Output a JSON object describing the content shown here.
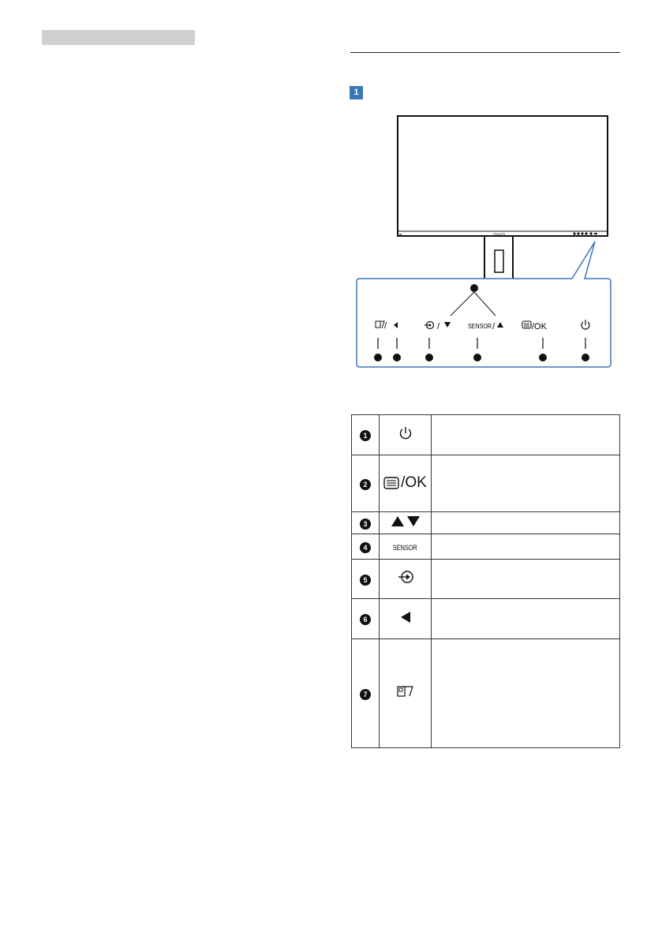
{
  "header": {
    "section_marker": "1"
  },
  "diagram": {
    "button_labels": {
      "smartimage_left": "/",
      "input_down": "/",
      "sensor_up_sensor": "SENSOR",
      "sensor_up_slash": "/",
      "menu_ok": "/OK"
    },
    "brand": "PHILIPS"
  },
  "key_table": {
    "rows": [
      {
        "num": "1",
        "icon": "power-icon",
        "label": ""
      },
      {
        "num": "2",
        "icon": "menu-ok-icon",
        "label": "/OK"
      },
      {
        "num": "3",
        "icon": "up-down-icon",
        "label": ""
      },
      {
        "num": "4",
        "icon": "sensor-icon",
        "label": "SENSOR"
      },
      {
        "num": "5",
        "icon": "input-icon",
        "label": ""
      },
      {
        "num": "6",
        "icon": "left-icon",
        "label": ""
      },
      {
        "num": "7",
        "icon": "smartimage-icon",
        "label": ""
      }
    ]
  },
  "colors": {
    "accent": "#3a78b5",
    "text": "#111111",
    "gray_bar": "#d0d0d0"
  }
}
